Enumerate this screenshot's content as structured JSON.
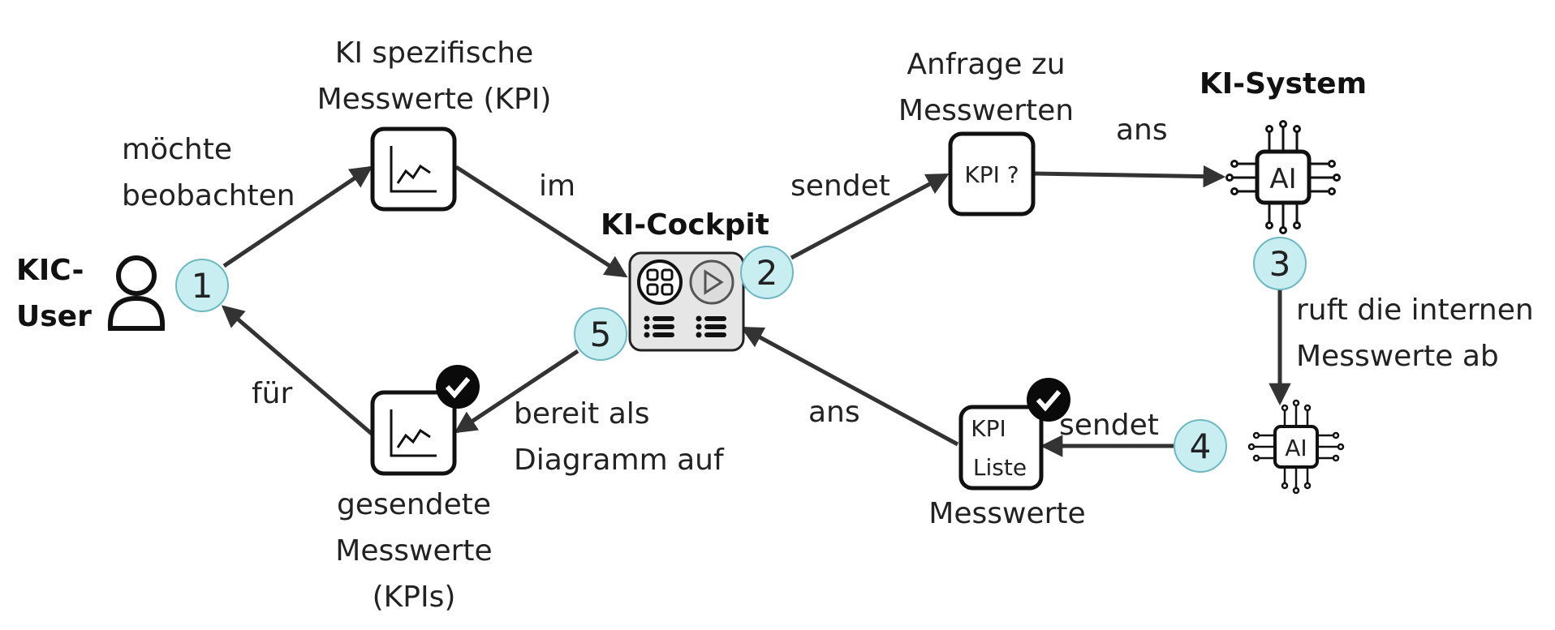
{
  "colors": {
    "stroke": "#222222",
    "step_fill": "#c8eef2",
    "step_stroke": "#6fb8c2",
    "cockpit_fill": "#e6e6e6",
    "check_fill": "#0a0a0a"
  },
  "actors": {
    "kic_user": {
      "line1": "KIC-",
      "line2": "User",
      "icon": "user-icon"
    },
    "ki_cockpit": {
      "title": "KI-Cockpit",
      "icon": "dashboard-icon"
    },
    "ki_system": {
      "title": "KI-System",
      "icon": "ai-chip-icon",
      "chip_label": "AI"
    },
    "ki_system_small": {
      "chip_label": "AI",
      "icon": "ai-chip-icon"
    }
  },
  "boxes": {
    "kpi_chart": {
      "caption_line1": "KI spezifische",
      "caption_line2": "Messwerte (KPI)",
      "icon": "line-chart-icon"
    },
    "kpi_request": {
      "text": "KPI ?",
      "caption_line1": "Anfrage zu",
      "caption_line2": "Messwerten"
    },
    "kpi_list": {
      "text_line1": "KPI",
      "text_line2": "Liste",
      "caption": "Messwerte",
      "icon": "check-badge-icon"
    },
    "sent_chart": {
      "caption_line1": "gesendete",
      "caption_line2": "Messwerte",
      "caption_line3": "(KPIs)",
      "icon": "line-chart-icon"
    }
  },
  "edges": {
    "user_to_chart": {
      "line1": "möchte",
      "line2": "beobachten"
    },
    "chart_to_cockpit": {
      "label": "im"
    },
    "cockpit_to_request": {
      "label": "sendet"
    },
    "request_to_system": {
      "label": "ans"
    },
    "system_down": {
      "line1": "ruft die internen",
      "line2": "Messwerte ab"
    },
    "small_to_list": {
      "label": "sendet"
    },
    "list_to_cockpit": {
      "label": "ans"
    },
    "cockpit_to_sent": {
      "line1": "bereit als",
      "line2": "Diagramm auf"
    },
    "sent_to_user": {
      "label": "für"
    }
  },
  "steps": [
    "1",
    "2",
    "3",
    "4",
    "5"
  ]
}
